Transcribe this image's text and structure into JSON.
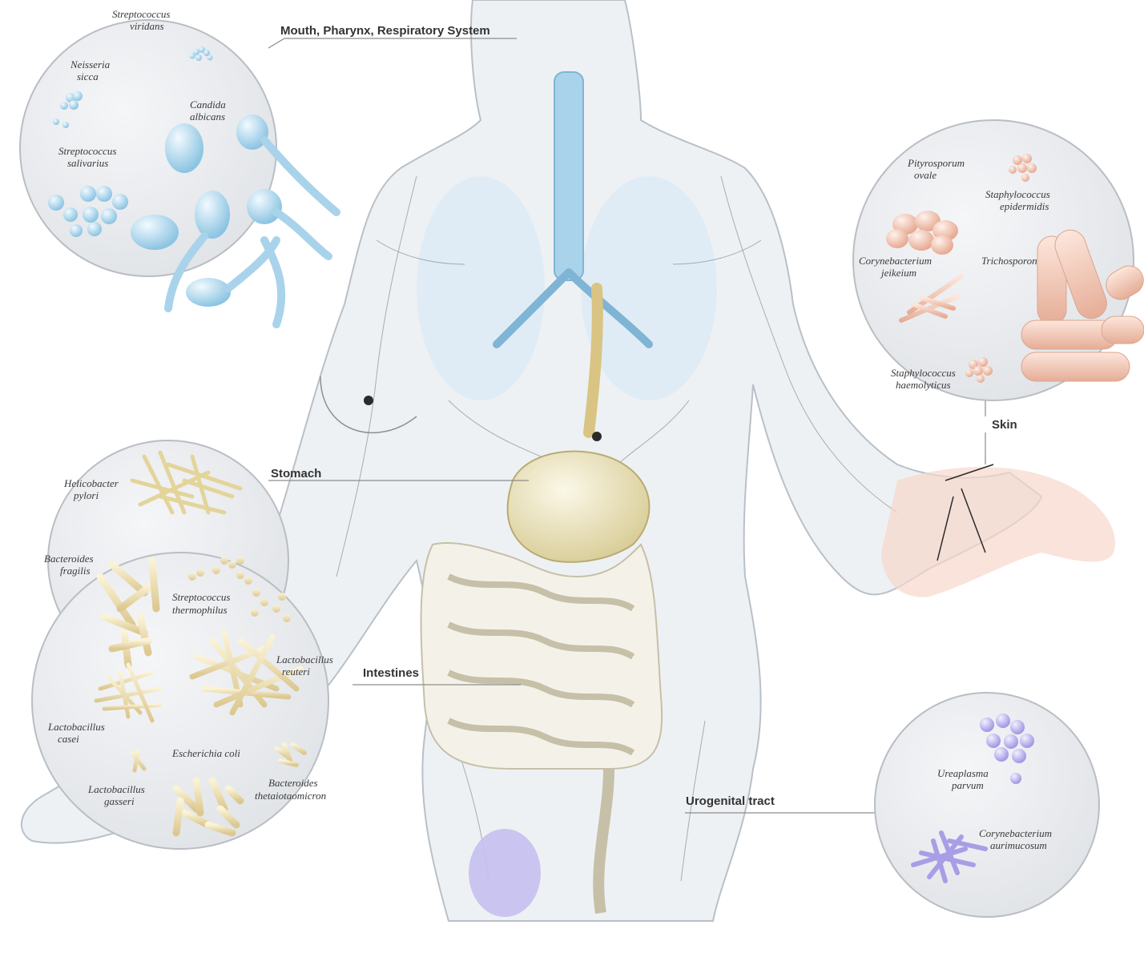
{
  "regions": {
    "respiratory": {
      "label": "Mouth, Pharynx, Respiratory System",
      "color": "#a9d3ea",
      "species": [
        {
          "line1": "Streptococcus",
          "line2": "viridans"
        },
        {
          "line1": "Neisseria",
          "line2": "sicca"
        },
        {
          "line1": "Candida",
          "line2": "albicans"
        },
        {
          "line1": "Streptococcus",
          "line2": "salivarius"
        }
      ]
    },
    "skin": {
      "label": "Skin",
      "color": "#f2c6b4",
      "species": [
        {
          "line1": "Pityrosporum",
          "line2": "ovale"
        },
        {
          "line1": "Staphylococcus",
          "line2": "epidermidis"
        },
        {
          "line1": "Corynebacterium",
          "line2": "jeikeium"
        },
        {
          "line1": "Trichosporon",
          "line2": ""
        },
        {
          "line1": "Staphylococcus",
          "line2": "haemolyticus"
        }
      ]
    },
    "stomach": {
      "label": "Stomach",
      "color": "#ecdfae",
      "species": [
        {
          "line1": "Helicobacter",
          "line2": "pylori"
        }
      ]
    },
    "intestines": {
      "label": "Intestines",
      "color": "#ecdfae",
      "species": [
        {
          "line1": "Bacteroides",
          "line2": "fragilis"
        },
        {
          "line1": "Streptococcus",
          "line2": "thermophilus"
        },
        {
          "line1": "Lactobacillus",
          "line2": "reuteri"
        },
        {
          "line1": "Lactobacillus",
          "line2": "casei"
        },
        {
          "line1": "Escherichia coli",
          "line2": ""
        },
        {
          "line1": "Lactobacillus",
          "line2": "gasseri"
        },
        {
          "line1": "Bacteroides",
          "line2": "thetaiotaomicron"
        }
      ]
    },
    "urogenital": {
      "label": "Urogenital tract",
      "color": "#b9b4ea",
      "species": [
        {
          "line1": "Ureaplasma",
          "line2": "parvum"
        },
        {
          "line1": "Corynebacterium",
          "line2": "aurimucosum"
        }
      ]
    }
  }
}
